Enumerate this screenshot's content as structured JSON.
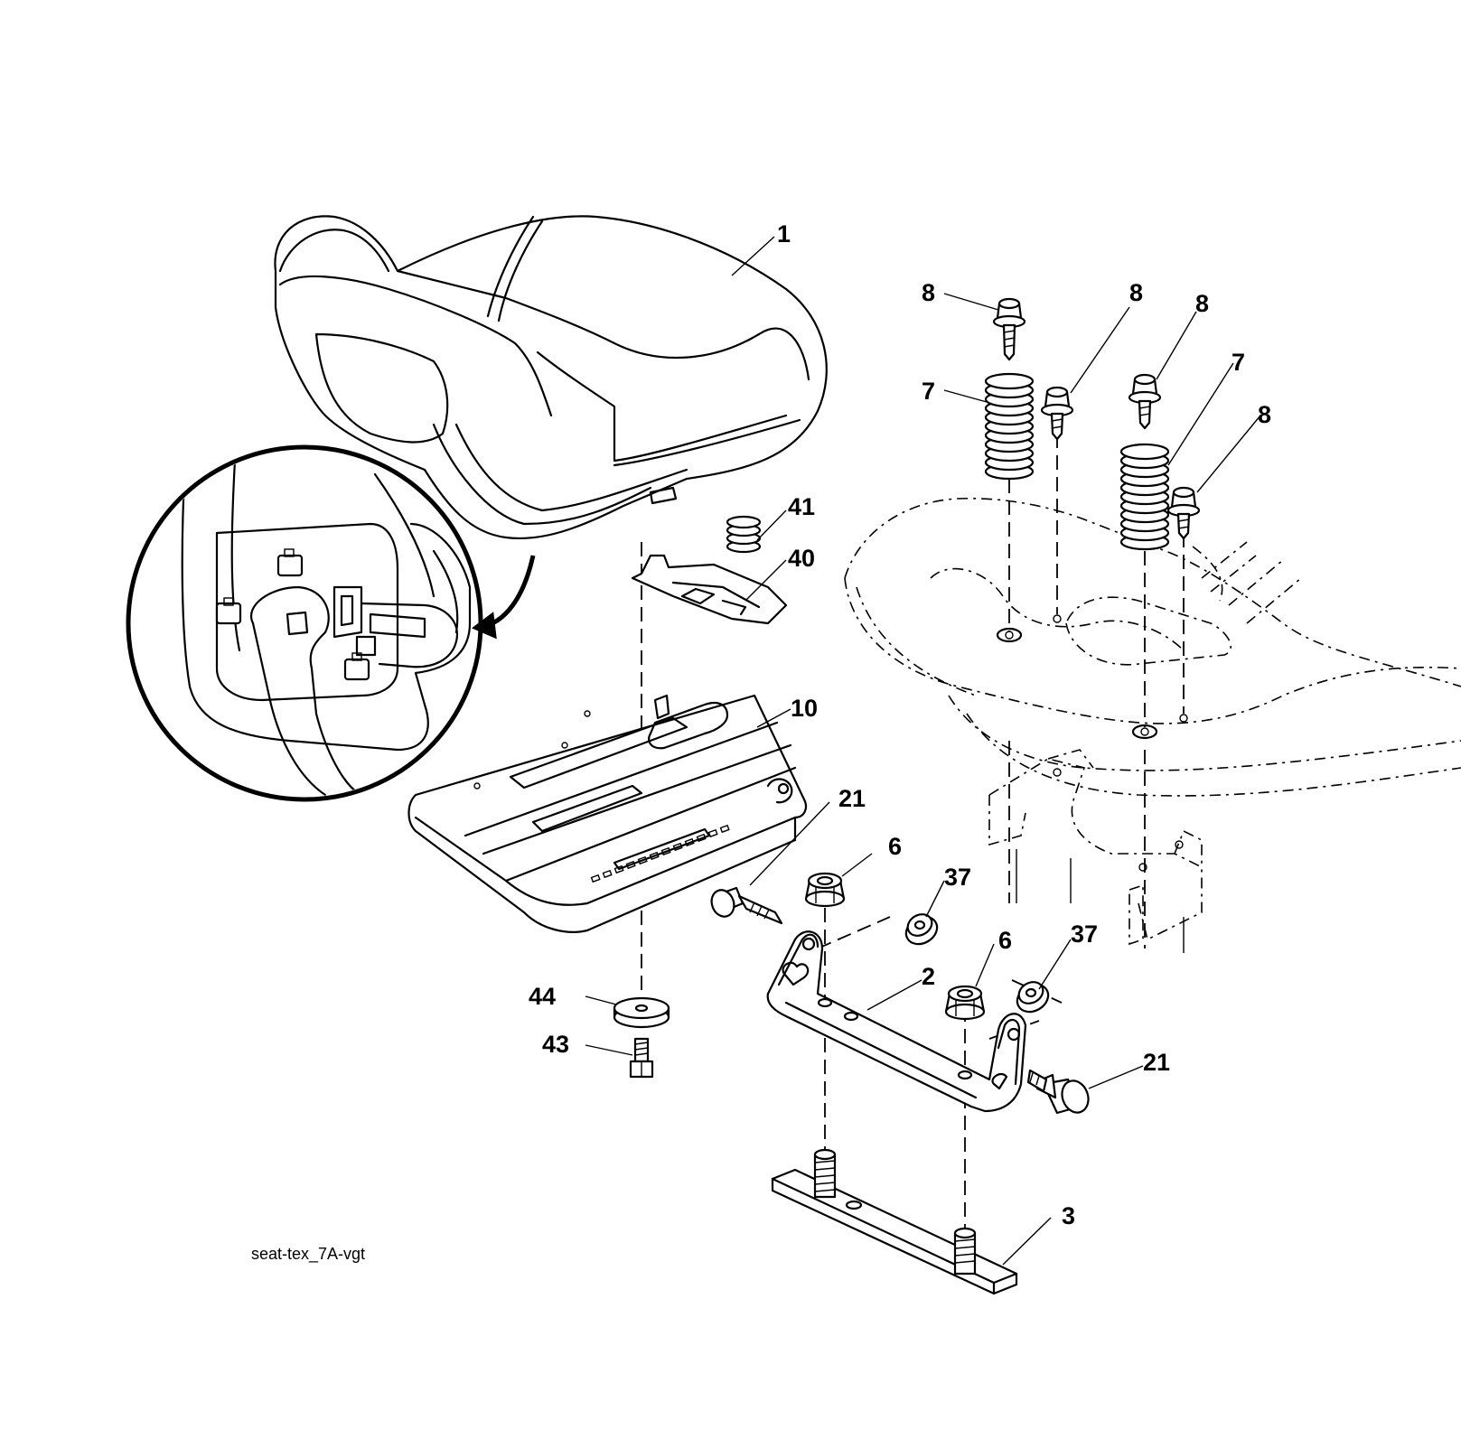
{
  "drawing_code": "seat-tex_7A-vgt",
  "callouts": {
    "c1": "1",
    "c2": "2",
    "c3": "3",
    "c6a": "6",
    "c6b": "6",
    "c7a": "7",
    "c7b": "7",
    "c8a": "8",
    "c8b": "8",
    "c8c": "8",
    "c8d": "8",
    "c10": "10",
    "c21a": "21",
    "c21b": "21",
    "c37a": "37",
    "c37b": "37",
    "c40": "40",
    "c41": "41",
    "c43": "43",
    "c44": "44"
  }
}
